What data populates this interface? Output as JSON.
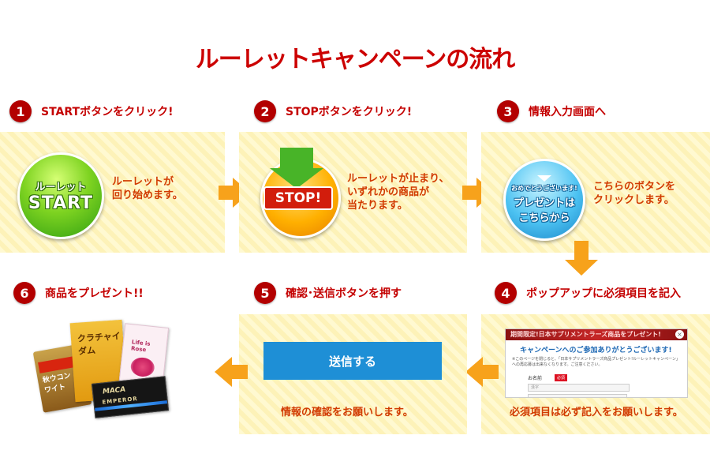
{
  "title": "ルーレットキャンペーンの流れ",
  "steps": [
    {
      "num": "1",
      "title": "STARTボタンをクリック!",
      "desc1": "ルーレットが",
      "desc2": "回り始めます。"
    },
    {
      "num": "2",
      "title": "STOPボタンをクリック!",
      "desc1": "ルーレットが止まり、",
      "desc2": "いずれかの商品が",
      "desc3": "当たります。"
    },
    {
      "num": "3",
      "title": "情報入力画面へ",
      "desc1": "こちらのボタンを",
      "desc2": "クリックします。"
    },
    {
      "num": "4",
      "title": "ポップアップに必須項目を記入",
      "desc1": "必須項目は必ず記入をお願いします。"
    },
    {
      "num": "5",
      "title": "確認･送信ボタンを押す",
      "desc1": "情報の確認をお願いします。"
    },
    {
      "num": "6",
      "title": "商品をプレゼント!!"
    }
  ],
  "start_button": {
    "line1": "ルーレット",
    "line2": "START"
  },
  "stop_button": {
    "label": "STOP!"
  },
  "present_button": {
    "line1": "おめでとうございます!",
    "line2": "プレゼントは",
    "line3": "こちらから"
  },
  "submit_button": {
    "label": "送信する"
  },
  "popup": {
    "banner": "期間限定!日本サプリメントラーズ商品をプレゼント!",
    "close": "×",
    "heading": "キャンペーンへのご参加ありがとうございます!",
    "note": "※このページを閉じると、「日本サプリメントラーズ商品プレゼント!ルーレットキャンペーン」への再応募は出来なくなります。ご注意ください。",
    "name_label": "お名前",
    "required": "必須",
    "name_placeholder": "漢字"
  },
  "products": [
    {
      "name": "秋ウコン ホワイト"
    },
    {
      "name": "クラチャイダム"
    },
    {
      "name": "Life is Rose"
    },
    {
      "name": "MACA",
      "line2": "EMPEROR"
    }
  ],
  "colors": {
    "accent_red": "#cc0000",
    "arrow_orange": "#f7a21b",
    "submit_blue": "#1e8fd6"
  }
}
